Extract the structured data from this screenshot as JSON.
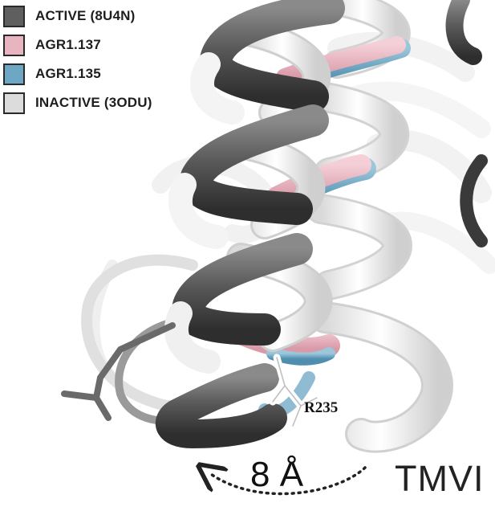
{
  "legend": {
    "items": [
      {
        "label": "ACTIVE (8U4N)",
        "color": "#5f5f5f"
      },
      {
        "label": "AGR1.137",
        "color": "#e8b4c0"
      },
      {
        "label": "AGR1.135",
        "color": "#6ea7c4"
      },
      {
        "label": "INACTIVE (3ODU)",
        "color": "#dcdcdc"
      }
    ]
  },
  "annotations": {
    "residue": "R235",
    "distance": "8 Å",
    "helix": "TMVI"
  },
  "colors": {
    "active": "#5f5f5f",
    "active_dark": "#3e3e3e",
    "pink": "#e8b4c0",
    "blue": "#6ea7c4",
    "inactive": "#f2f2f2",
    "inactive_edge": "#c8c8c8"
  }
}
